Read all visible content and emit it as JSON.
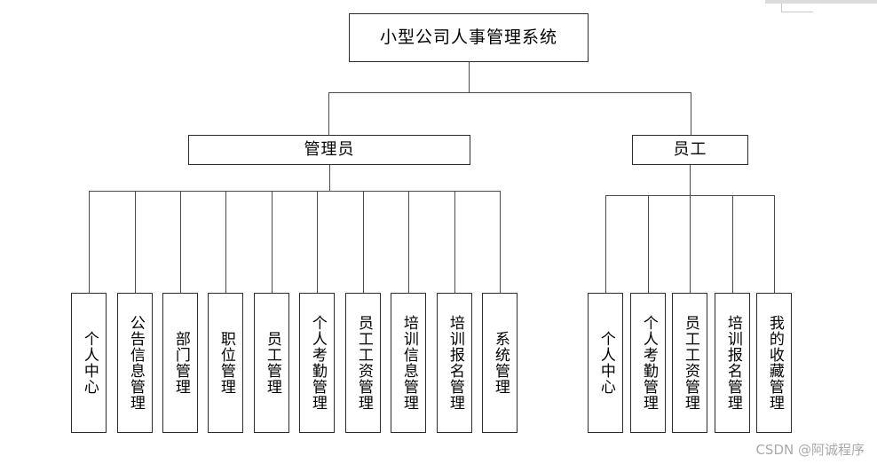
{
  "diagram": {
    "title": "小型公司人事管理系统",
    "root": {
      "label": "小型公司人事管理系统"
    },
    "branches": [
      {
        "id": "admin",
        "label": "管理员",
        "leaves": [
          {
            "label": "个人中心"
          },
          {
            "label": "公告信息管理"
          },
          {
            "label": "部门管理"
          },
          {
            "label": "职位管理"
          },
          {
            "label": "员工管理"
          },
          {
            "label": "个人考勤管理"
          },
          {
            "label": "员工工资管理"
          },
          {
            "label": "培训信息管理"
          },
          {
            "label": "培训报名管理"
          },
          {
            "label": "系统管理"
          }
        ]
      },
      {
        "id": "staff",
        "label": "员工",
        "leaves": [
          {
            "label": "个人中心"
          },
          {
            "label": "个人考勤管理"
          },
          {
            "label": "员工工资管理"
          },
          {
            "label": "培训报名管理"
          },
          {
            "label": "我的收藏管理"
          }
        ]
      }
    ],
    "colors": {
      "background": "#ffffff",
      "box_border": "#2b2b2b",
      "box_shadow": "#b8b8b8",
      "connector": "#4a4a4a",
      "text": "#000000",
      "watermark": "#a9a9a9"
    }
  },
  "watermark": {
    "text": "CSDN @阿诚程序"
  }
}
